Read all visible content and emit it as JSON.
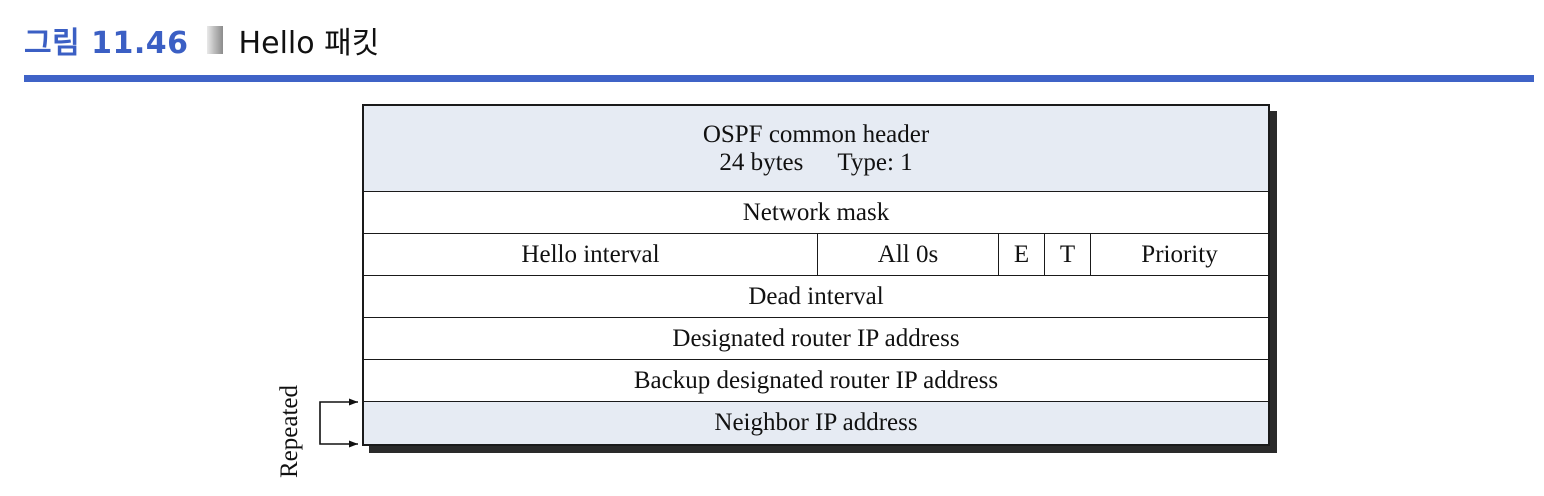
{
  "caption": {
    "figure_label": "그림 11.46",
    "title": "Hello 패킷"
  },
  "packet": {
    "header": {
      "line1": "OSPF common header",
      "size": "24 bytes",
      "type": "Type: 1"
    },
    "network_mask": "Network mask",
    "flags_row": {
      "hello_interval": "Hello  interval",
      "all_zeros": "All 0s",
      "e_flag": "E",
      "t_flag": "T",
      "priority": "Priority"
    },
    "dead_interval": "Dead interval",
    "designated_router": "Designated router IP address",
    "backup_designated_router": "Backup designated router IP address",
    "neighbor": "Neighbor IP address"
  },
  "repeat_marker": {
    "label": "Repeated"
  },
  "colors": {
    "accent_blue": "#3f63c7",
    "shaded_field": "#e6ebf3"
  }
}
